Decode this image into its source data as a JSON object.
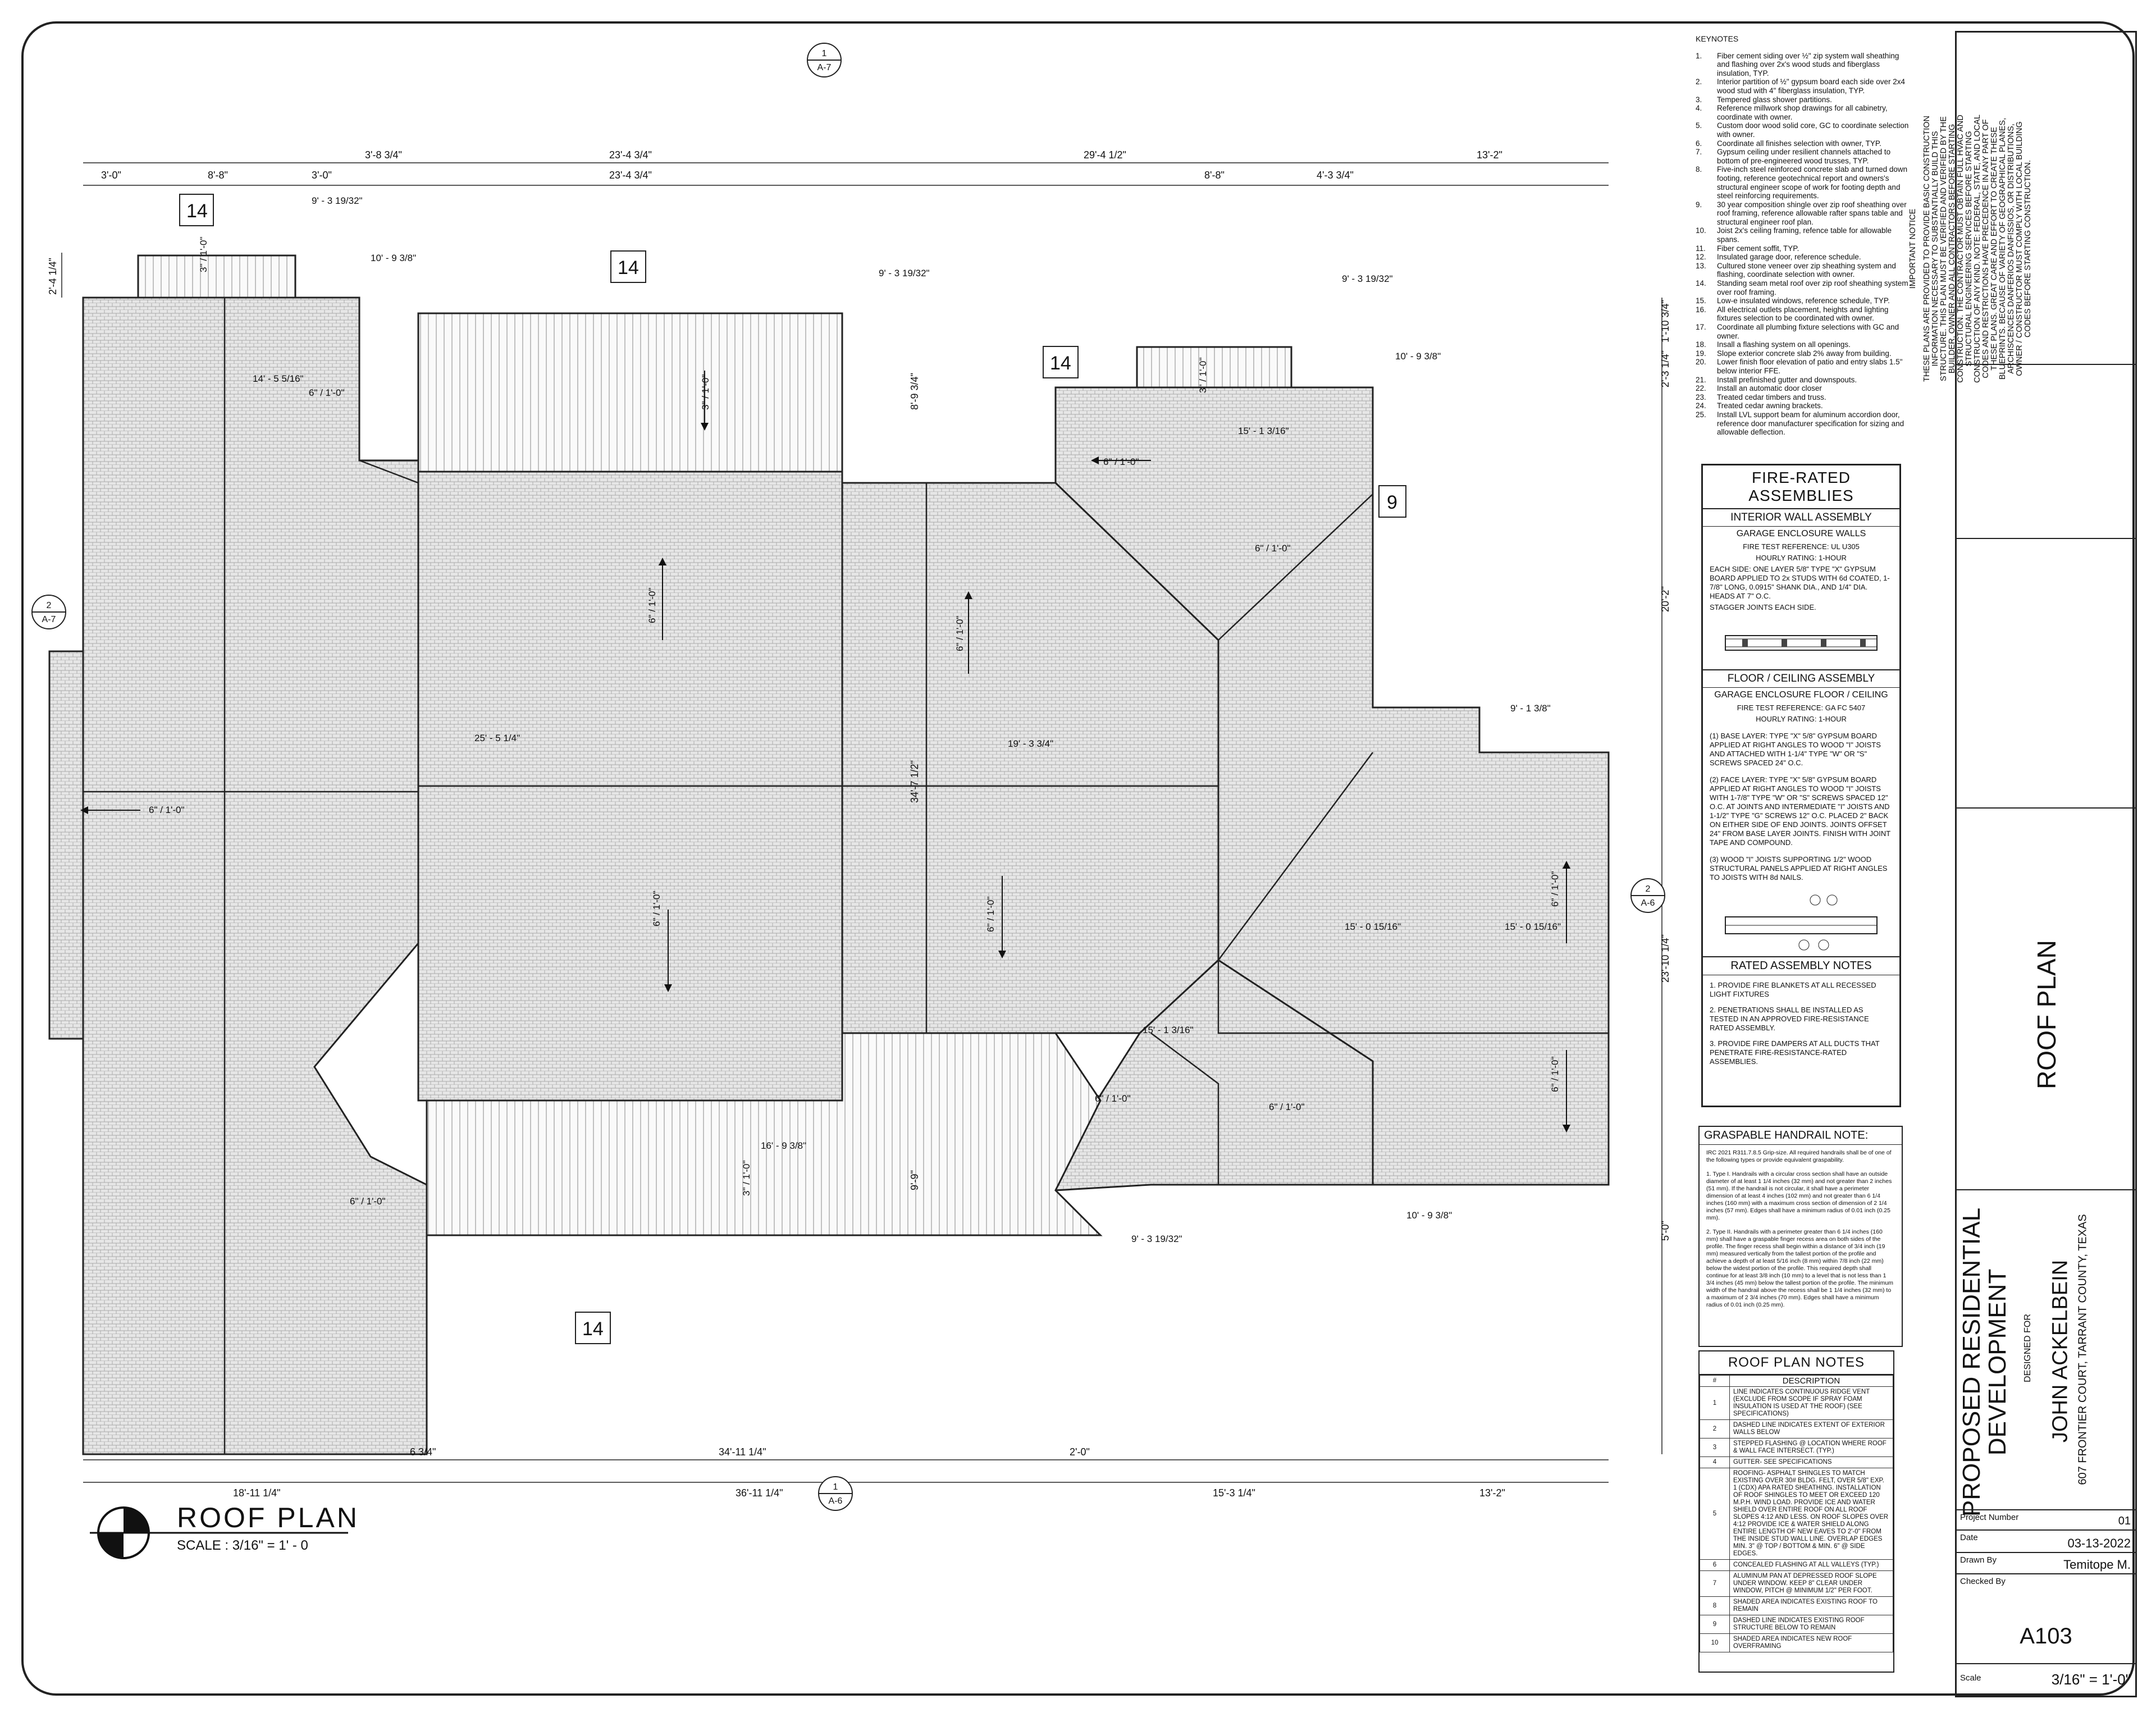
{
  "sheet": {
    "title": "ROOF PLAN",
    "scale_label": "SCALE : 3/16\" = 1' - 0"
  },
  "section_markers": [
    {
      "num": "1",
      "sheet": "A-7"
    },
    {
      "num": "2",
      "sheet": "A-7"
    },
    {
      "num": "2",
      "sheet": "A-6"
    },
    {
      "num": "1",
      "sheet": "A-6"
    }
  ],
  "dimensions": {
    "top_row1": [
      "3'-8 3/4\"",
      "23'-4 3/4\"",
      "29'-4 1/2\"",
      "13'-2\""
    ],
    "top_row2": [
      "3'-0\"",
      "8'-8\"",
      "3'-0\"",
      "23'-4 3/4\"",
      "8'-8\"",
      "4'-3 3/4\""
    ],
    "bottom_row1": [
      "6 3/4\"",
      "34'-11 1/4\"",
      "2'-0\""
    ],
    "bottom_row2": [
      "18'-11 1/4\"",
      "36'-11 1/4\"",
      "15'-3 1/4\"",
      "13'-2\""
    ],
    "left": [
      "2'-4 1/4\""
    ],
    "vertical": [
      "8'-9 3/4\"",
      "34'-7 1/2\"",
      "9'-9\"",
      "2'-3 1/4\"",
      "1'-10 3/4\"",
      "20'-2\"",
      "23'-10 1/4\"",
      "5'-0\""
    ],
    "plan_labels": [
      "9' - 3 19/32\"",
      "10' - 9 3/8\"",
      "9' - 3 19/32\"",
      "9' - 3 19/32\"",
      "10' - 9 3/8\"",
      "14' - 5 5/16\"",
      "15' - 1 3/16\"",
      "25' - 5 1/4\"",
      "19' - 3 3/4\"",
      "9' - 1 3/8\"",
      "15' - 0 15/16\"",
      "15' - 0 15/16\"",
      "15' - 1 3/16\"",
      "16' - 9 3/8\"",
      "10' - 9 3/8\"",
      "9' - 3 19/32\""
    ],
    "slopes": [
      "6\" / 1'-0\"",
      "3\" / 1'-0\""
    ]
  },
  "tags": [
    "14",
    "14",
    "14",
    "14",
    "9"
  ],
  "keynotes": {
    "title": "KEYNOTES",
    "items": [
      {
        "n": "1.",
        "t": "Fiber cement siding over ½\" zip system wall sheathing and flashing over 2x's wood studs and fiberglass insulation, TYP."
      },
      {
        "n": "2.",
        "t": "Interior partition of ½\" gypsum board each side over 2x4 wood stud with 4\" fiberglass insulation, TYP."
      },
      {
        "n": "3.",
        "t": "Tempered glass shower partitions."
      },
      {
        "n": "4.",
        "t": "Reference millwork shop drawings for all cabinetry, coordinate with owner."
      },
      {
        "n": "5.",
        "t": "Custom door wood solid core, GC to coordinate selection with owner."
      },
      {
        "n": "6.",
        "t": "Coordinate all finishes selection with owner, TYP."
      },
      {
        "n": "7.",
        "t": "Gypsum ceiling under resilient channels attached to bottom of pre-engineered wood trusses, TYP."
      },
      {
        "n": "8.",
        "t": "Five-inch steel reinforced concrete slab and turned down footing, reference geotechnical report and owners's structural engineer scope of work for footing depth and steel reinforcing requirements."
      },
      {
        "n": "9.",
        "t": "30 year composition shingle over zip roof sheathing over roof framing, reference allowable rafter spans table and structural engineer roof plan."
      },
      {
        "n": "10.",
        "t": "Joist 2x's ceiling framing, refence table for allowable spans."
      },
      {
        "n": "11.",
        "t": "Fiber cement soffit, TYP."
      },
      {
        "n": "12.",
        "t": "Insulated garage door, reference schedule."
      },
      {
        "n": "13.",
        "t": "Cultured stone veneer over zip sheathing system and flashing, coordinate selection with owner."
      },
      {
        "n": "14.",
        "t": "Standing seam metal roof over zip roof sheathing system over roof framing."
      },
      {
        "n": "15.",
        "t": "Low-e insulated windows, reference schedule, TYP."
      },
      {
        "n": "16.",
        "t": "All electrical outlets placement, heights and lighting fixtures selection to be coordinated with owner."
      },
      {
        "n": "17.",
        "t": "Coordinate all plumbing fixture selections with GC and owner."
      },
      {
        "n": "18.",
        "t": "Insall a flashing system on all openings."
      },
      {
        "n": "19.",
        "t": "Slope exterior concrete slab 2% away from building."
      },
      {
        "n": "20.",
        "t": "Lower finish floor elevation of patio and entry slabs 1.5\" below interior FFE."
      },
      {
        "n": "21.",
        "t": "Install prefinished gutter and downspouts."
      },
      {
        "n": "22.",
        "t": "Install an automatic door closer"
      },
      {
        "n": "23.",
        "t": "Treated cedar timbers and truss."
      },
      {
        "n": "24.",
        "t": "Treated cedar awning brackets."
      },
      {
        "n": "25.",
        "t": "Install LVL support beam for aluminum accordion door, reference door manufacturer specification for sizing and allowable deflection."
      }
    ]
  },
  "fire_rated": {
    "title": "FIRE-RATED ASSEMBLIES",
    "wall": {
      "title": "INTERIOR WALL ASSEMBLY",
      "subtitle": "GARAGE ENCLOSURE WALLS",
      "ref": "FIRE TEST REFERENCE: UL U305",
      "rating": "HOURLY RATING: 1-HOUR",
      "desc": "EACH SIDE: ONE LAYER 5/8\" TYPE \"X\" GYPSUM BOARD APPLIED TO 2x STUDS WITH 6d COATED, 1-7/8\" LONG, 0.0915\" SHANK DIA., AND 1/4\" DIA. HEADS AT 7\" O.C.",
      "note": "STAGGER JOINTS EACH SIDE."
    },
    "floor": {
      "title": "FLOOR / CEILING ASSEMBLY",
      "subtitle": "GARAGE ENCLOSURE FLOOR / CEILING",
      "ref": "FIRE TEST REFERENCE: GA FC 5407",
      "rating": "HOURLY RATING: 1-HOUR",
      "p1": "(1) BASE LAYER: TYPE \"X\" 5/8\" GYPSUM BOARD APPLIED AT RIGHT ANGLES TO WOOD \"I\" JOISTS AND ATTACHED WITH 1-1/4\" TYPE \"W\" OR \"S\" SCREWS SPACED 24\" O.C.",
      "p2": "(2) FACE LAYER: TYPE \"X\" 5/8\" GYPSUM BOARD APPLIED AT RIGHT ANGLES TO WOOD \"I\" JOISTS WITH 1-7/8\" TYPE \"W\" OR \"S\" SCREWS SPACED 12\" O.C. AT JOINTS AND INTERMEDIATE \"I\" JOISTS AND 1-1/2\" TYPE \"G\" SCREWS 12\" O.C. PLACED 2\" BACK ON EITHER SIDE OF END JOINTS. JOINTS OFFSET 24\" FROM BASE LAYER JOINTS. FINISH WITH JOINT TAPE AND COMPOUND.",
      "p3": "(3) WOOD \"I\" JOISTS SUPPORTING 1/2\" WOOD STRUCTURAL PANELS APPLIED AT RIGHT ANGLES TO JOISTS WITH 8d NAILS."
    },
    "notes_title": "RATED ASSEMBLY NOTES",
    "notes": [
      "1. PROVIDE FIRE BLANKETS AT ALL RECESSED LIGHT FIXTURES",
      "2. PENETRATIONS SHALL BE INSTALLED AS TESTED IN AN APPROVED FIRE-RESISTANCE RATED ASSEMBLY.",
      "3. PROVIDE FIRE DAMPERS AT ALL DUCTS THAT PENETRATE FIRE-RESISTANCE-RATED ASSEMBLIES."
    ]
  },
  "handrail": {
    "title": "GRASPABLE HANDRAIL NOTE:",
    "p1": "IRC 2021 R311.7.8.5 Grip-size. All required handrails shall be of one of the following types or provide equivalent graspability.",
    "p2": "1. Type I. Handrails with a circular cross section shall have an outside diameter of at least 1 1/4 inches (32 mm) and not greater than 2 inches (51 mm). If the handrail is not circular, it shall have a perimeter dimension of at least 4 inches (102 mm) and not greater than 6 1/4 inches (160 mm) with a maximum cross section of dimension of 2 1/4 inches (57 mm). Edges shall have a minimum radius of 0.01 inch (0.25 mm).",
    "p3": "2. Type II. Handrails with a perimeter greater than 6 1/4 inches (160 mm) shall have a graspable finger recess area on both sides of the profile. The finger recess shall begin within a distance of 3/4 inch (19 mm) measured vertically from the tallest portion of the profile and achieve a depth of at least 5/16 inch (8 mm) within 7/8 inch (22 mm) below the widest portion of the profile. This required depth shall continue for at least 3/8 inch (10 mm) to a level that is not less than 1 3/4 inches (45 mm) below the tallest portion of the profile. The minimum width of the handrail above the recess shall be 1 1/4 inches (32 mm) to a maximum of 2 3/4 inches (70 mm). Edges shall have a minimum radius of 0.01 inch (0.25 mm)."
  },
  "roof_notes": {
    "title": "ROOF PLAN NOTES",
    "col_num": "#",
    "col_desc": "DESCRIPTION",
    "rows": [
      {
        "n": "1",
        "d": "LINE INDICATES CONTINUOUS RIDGE VENT (EXCLUDE FROM SCOPE IF SPRAY FOAM INSULATION IS USED AT THE ROOF) (SEE SPECIFICATIONS)"
      },
      {
        "n": "2",
        "d": "DASHED LINE INDICATES EXTENT OF EXTERIOR WALLS BELOW"
      },
      {
        "n": "3",
        "d": "STEPPED FLASHING @ LOCATION WHERE ROOF & WALL FACE INTERSECT. (TYP.)"
      },
      {
        "n": "4",
        "d": "GUTTER- SEE SPECIFICATIONS"
      },
      {
        "n": "5",
        "d": "ROOFING- ASPHALT SHINGLES TO MATCH EXISTING OVER 30# BLDG. FELT, OVER 5/8\" EXP. 1 (CDX) APA RATED SHEATHING. INSTALLATION OF ROOF SHINGLES TO MEET OR EXCEED 120 M.P.H. WIND LOAD. PROVIDE ICE AND WATER SHIELD OVER ENTIRE ROOF ON ALL ROOF SLOPES 4:12 AND LESS. ON ROOF SLOPES OVER 4:12 PROVIDE ICE & WATER SHIELD ALONG ENTIRE LENGTH OF NEW EAVES TO 2'-0\" FROM THE INSIDE STUD WALL LINE. OVERLAP EDGES MIN. 3\" @ TOP / BOTTOM & MIN. 6\" @ SIDE EDGES."
      },
      {
        "n": "6",
        "d": "CONCEALED FLASHING AT ALL VALLEYS (TYP.)"
      },
      {
        "n": "7",
        "d": "ALUMINUM PAN AT DEPRESSED ROOF SLOPE UNDER WINDOW. KEEP 8\" CLEAR UNDER WINDOW, PITCH @ MINIMUM 1/2\" PER FOOT."
      },
      {
        "n": "8",
        "d": "SHADED AREA INDICATES EXISTING ROOF TO REMAIN"
      },
      {
        "n": "9",
        "d": "DASHED LINE INDICATES EXISTING ROOF STRUCTURE BELOW TO REMAIN"
      },
      {
        "n": "10",
        "d": "SHADED AREA INDICATES NEW ROOF OVERFRAMING"
      }
    ]
  },
  "title_block": {
    "notice_title": "IMPORTANT NOTICE",
    "notice_lines": [
      "THESE PLANS ARE PROVIDED TO PROVIDE BASIC CONSTRUCTION",
      "INFORMATION NECESSARY TO SUBSTANTIALLY BUILD THIS",
      "STRUCTURE. THIS PLAN MUST BE VERIFIED AND VERIFIED BY THE",
      "BUILDER, OWNER AND ALL CONTRACTORS BEFORE STARTING",
      "CONSTRUCTION. THE CONTRACTOR MUST OBTAIN FULL HVAC AND",
      "STRUCTURAL ENGINEERING SERVICES BEFORE STARTING",
      "CONSTRUCTION OF ANY KIND. NOTE: FEDERAL, STATE, AND LOCAL",
      "CODES AND RESTRICTIONS HAVE PRECEDENCE IN ANY PART OF",
      "THESE PLANS. GREAT CARE AND EFFORT TO CREATE THESE",
      "BLUEPRINTS. BECAUSE OF VARIETY OF GEOGRAPHICAL PLANES,",
      "ARCHISCENCES DANFERIOS DANFISSIOS, OR DISTRIBUTIONS,",
      "OWNER / CONSTRUCTOR MUST COMPLY WITH LOCAL BUILDING",
      "CODES BEFORE STARTING CONSTRUCTION."
    ],
    "sheet_name": "ROOF PLAN",
    "project_title_1": "PROPOSED RESIDENTIAL",
    "project_title_2": "DEVELOPMENT",
    "designed_for": "DESIGNED FOR",
    "client": "JOHN ACKELBEIN",
    "address": "607 FRONTIER COURT, TARRANT COUNTY, TEXAS",
    "project_number_label": "Project Number",
    "project_number": "01",
    "date_label": "Date",
    "date": "03-13-2022",
    "drawn_by_label": "Drawn By",
    "drawn_by": "Temitope M.",
    "checked_by_label": "Checked By",
    "sheet_number": "A103",
    "scale_label": "Scale",
    "scale": "3/16\" = 1'-0\""
  }
}
